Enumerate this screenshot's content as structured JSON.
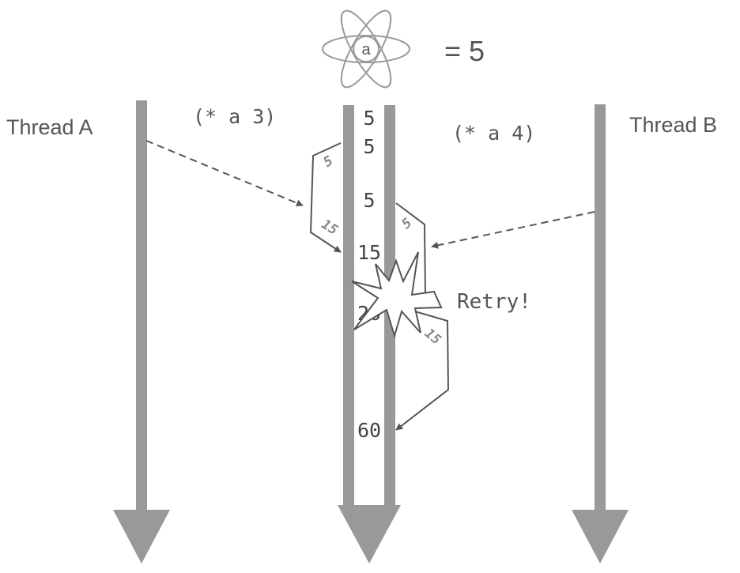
{
  "atom": {
    "label": "a",
    "equals": "= 5"
  },
  "threads": {
    "a": {
      "title": "Thread A",
      "expression": "(* a 3)"
    },
    "b": {
      "title": "Thread B",
      "expression": "(* a 4)"
    }
  },
  "timeline": {
    "values": [
      "5",
      "5",
      "5",
      "15",
      "20",
      "60"
    ]
  },
  "swaps": {
    "a_in": "5",
    "a_out": "15",
    "b_in": "5",
    "b_retry_in": "15"
  },
  "retry_label": "Retry!",
  "colors": {
    "line": "#999999",
    "arrow": "#555555",
    "text": "#555555",
    "atom": "#9a9a9a"
  }
}
